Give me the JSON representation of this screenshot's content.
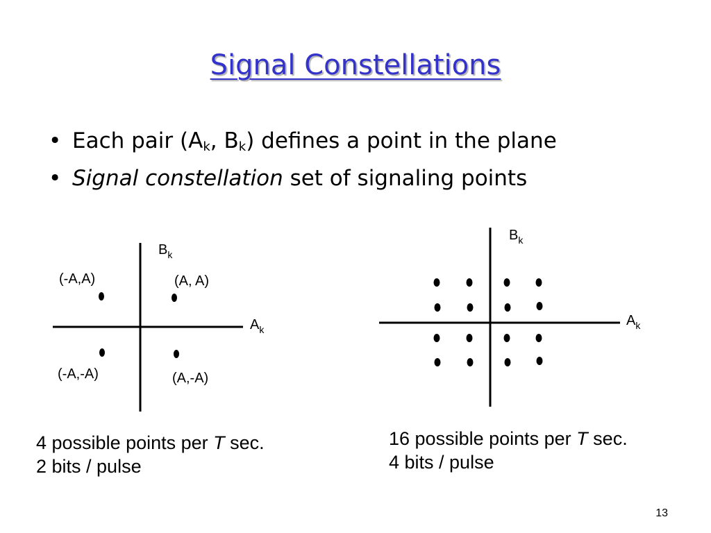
{
  "title": "Signal Constellations",
  "bullets": {
    "b1": {
      "text_pre": "Each pair (",
      "a": "A",
      "a_sub": "k",
      "comma": ", ",
      "b": "B",
      "b_sub": "k",
      "text_post": ") defines a point in the plane"
    },
    "b2": {
      "italic": "Signal constellation",
      "rest": " set of signaling points"
    }
  },
  "left_diagram": {
    "y_axis_label": "B",
    "y_axis_sub": "k",
    "x_axis_label": "A",
    "x_axis_sub": "k",
    "point_labels": [
      "(-A,A)",
      "(A, A)",
      "(-A,-A)",
      "(A,-A)"
    ]
  },
  "right_diagram": {
    "y_axis_label": "B",
    "y_axis_sub": "k",
    "x_axis_label": "A",
    "x_axis_sub": "k"
  },
  "captions": {
    "left": {
      "line1_pre": "4 possible points per ",
      "line1_var": "T",
      "line1_post": " sec.",
      "line2": "2 bits / pulse"
    },
    "right": {
      "line1_pre": "16 possible points per ",
      "line1_var": "T",
      "line1_post": " sec.",
      "line2": "4 bits / pulse"
    }
  },
  "page_number": "13",
  "colors": {
    "title": "#3333cc",
    "text": "#000000",
    "background": "#ffffff"
  }
}
